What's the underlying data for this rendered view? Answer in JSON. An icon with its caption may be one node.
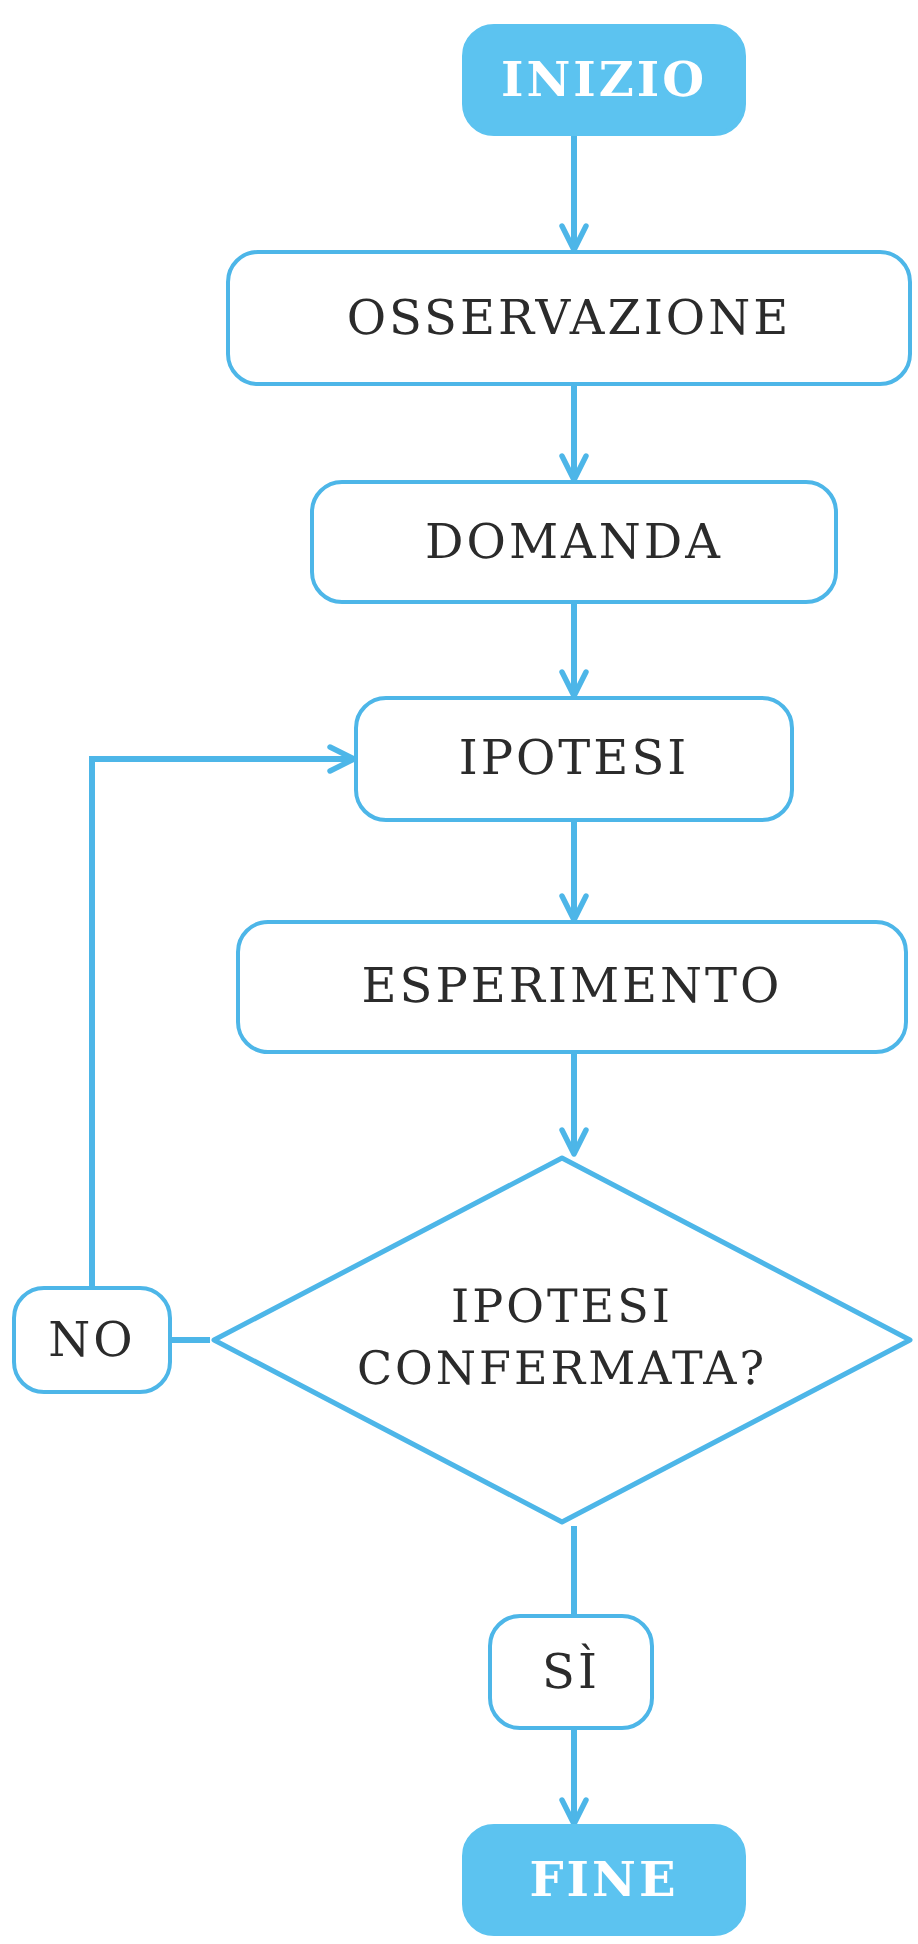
{
  "diagram": {
    "nodes": [
      {
        "text": [
          "INIZIO"
        ]
      },
      {
        "text": [
          "OSSERVAZIONE"
        ]
      },
      {
        "text": [
          "DOMANDA"
        ]
      },
      {
        "text": [
          "IPOTESI"
        ]
      },
      {
        "text": [
          "ESPERIMENTO"
        ]
      },
      {
        "text": [
          "IPOTESI CONFERMATA?"
        ]
      },
      {
        "text": [
          "NO"
        ]
      },
      {
        "text": [
          "SÌ"
        ]
      },
      {
        "text": [
          "FINE"
        ]
      }
    ],
    "edges": [
      {
        "from": 0,
        "to": 1,
        "arrow": "to"
      },
      {
        "from": 1,
        "to": 2,
        "arrow": "to"
      },
      {
        "from": 2,
        "to": 3,
        "arrow": "to"
      },
      {
        "from": 3,
        "to": 4,
        "arrow": "to"
      },
      {
        "from": 4,
        "to": 5,
        "arrow": "to"
      },
      {
        "from": 5,
        "to": 6,
        "arrow": "none"
      },
      {
        "from": 6,
        "to": 3,
        "arrow": "to"
      },
      {
        "from": 5,
        "to": 7,
        "arrow": "none"
      },
      {
        "from": 7,
        "to": 8,
        "arrow": "to"
      }
    ]
  }
}
